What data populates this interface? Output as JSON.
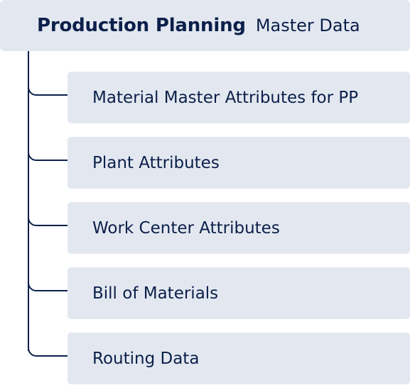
{
  "root": {
    "title": "Production Planning",
    "subtitle": "Master Data"
  },
  "children": [
    {
      "label": "Material Master Attributes for PP"
    },
    {
      "label": "Plant Attributes"
    },
    {
      "label": "Work Center Attributes"
    },
    {
      "label": "Bill of Materials"
    },
    {
      "label": "Routing Data"
    }
  ],
  "colors": {
    "box_fill": "#e3e8f0",
    "text": "#0b1f4a",
    "connector": "#0b1f4a"
  }
}
